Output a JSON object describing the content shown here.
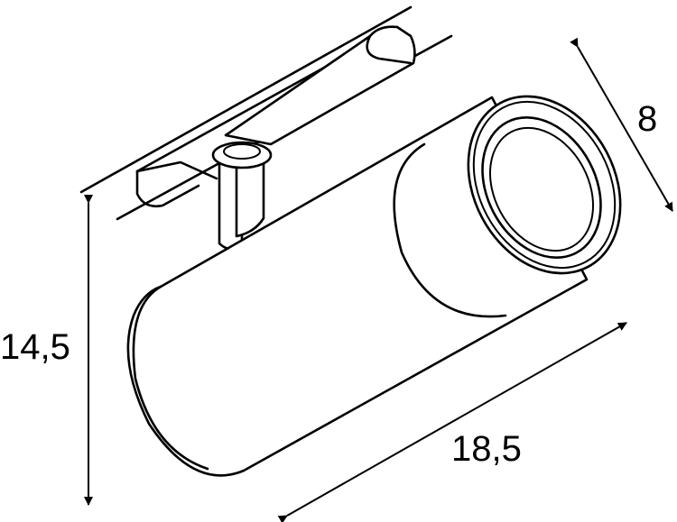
{
  "dimensions": {
    "height": "14,5",
    "length": "18,5",
    "diameter": "8"
  }
}
